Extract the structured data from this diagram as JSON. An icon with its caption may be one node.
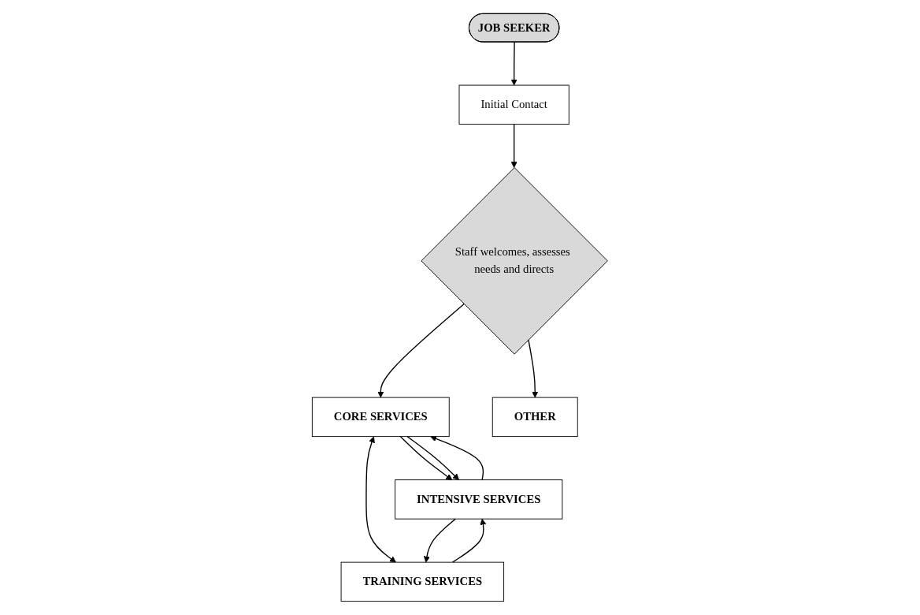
{
  "diagram": {
    "nodes": [
      {
        "text": [
          "JOB SEEKER"
        ]
      },
      {
        "text": [
          "Initial Contact"
        ]
      },
      {
        "text": [
          "Staff welcomes, assesses needs and directs"
        ]
      },
      {
        "text": [
          "CORE SERVICES"
        ]
      },
      {
        "text": [
          "OTHER"
        ]
      },
      {
        "text": [
          "INTENSIVE SERVICES"
        ]
      },
      {
        "text": [
          "TRAINING SERVICES"
        ]
      }
    ],
    "edges": [
      {
        "from": 0,
        "to": 1,
        "arrow": "to"
      },
      {
        "from": 1,
        "to": 2,
        "arrow": "to"
      },
      {
        "from": 2,
        "to": 3,
        "arrow": "to"
      },
      {
        "from": 2,
        "to": 4,
        "arrow": "to"
      },
      {
        "from": 3,
        "to": 5,
        "arrow": "to"
      },
      {
        "from": 5,
        "to": 3,
        "arrow": "to"
      },
      {
        "from": 3,
        "to": 5,
        "arrow": "to"
      },
      {
        "from": 3,
        "to": 6,
        "arrow": "both"
      },
      {
        "from": 5,
        "to": 6,
        "arrow": "to"
      },
      {
        "from": 6,
        "to": 5,
        "arrow": "to"
      }
    ]
  }
}
